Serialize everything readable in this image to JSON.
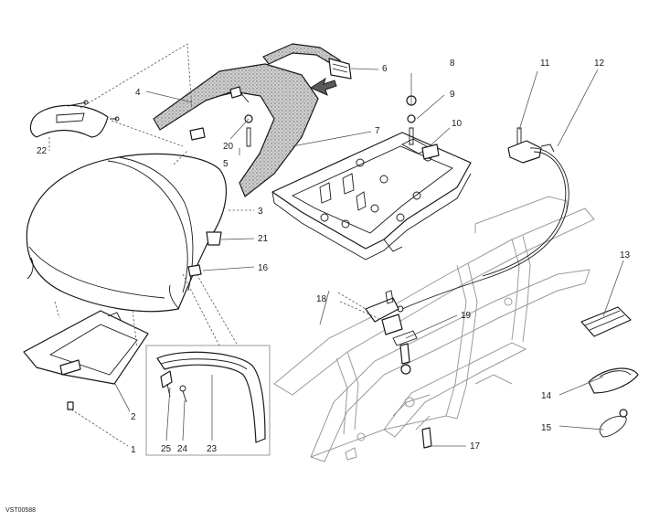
{
  "diagram": {
    "drawing_code": "VST00588",
    "callouts": [
      {
        "id": "c1",
        "label": "1"
      },
      {
        "id": "c2",
        "label": "2"
      },
      {
        "id": "c3",
        "label": "3"
      },
      {
        "id": "c4",
        "label": "4"
      },
      {
        "id": "c5",
        "label": "5"
      },
      {
        "id": "c6",
        "label": "6"
      },
      {
        "id": "c7",
        "label": "7"
      },
      {
        "id": "c8",
        "label": "8"
      },
      {
        "id": "c9",
        "label": "9"
      },
      {
        "id": "c10",
        "label": "10"
      },
      {
        "id": "c11",
        "label": "11"
      },
      {
        "id": "c12",
        "label": "12"
      },
      {
        "id": "c13",
        "label": "13"
      },
      {
        "id": "c14",
        "label": "14"
      },
      {
        "id": "c15",
        "label": "15"
      },
      {
        "id": "c16",
        "label": "16"
      },
      {
        "id": "c17",
        "label": "17"
      },
      {
        "id": "c18",
        "label": "18"
      },
      {
        "id": "c19",
        "label": "19"
      },
      {
        "id": "c20",
        "label": "20"
      },
      {
        "id": "c21",
        "label": "21"
      },
      {
        "id": "c22",
        "label": "22"
      },
      {
        "id": "c23",
        "label": "23"
      },
      {
        "id": "c24",
        "label": "24"
      },
      {
        "id": "c25",
        "label": "25"
      }
    ]
  }
}
